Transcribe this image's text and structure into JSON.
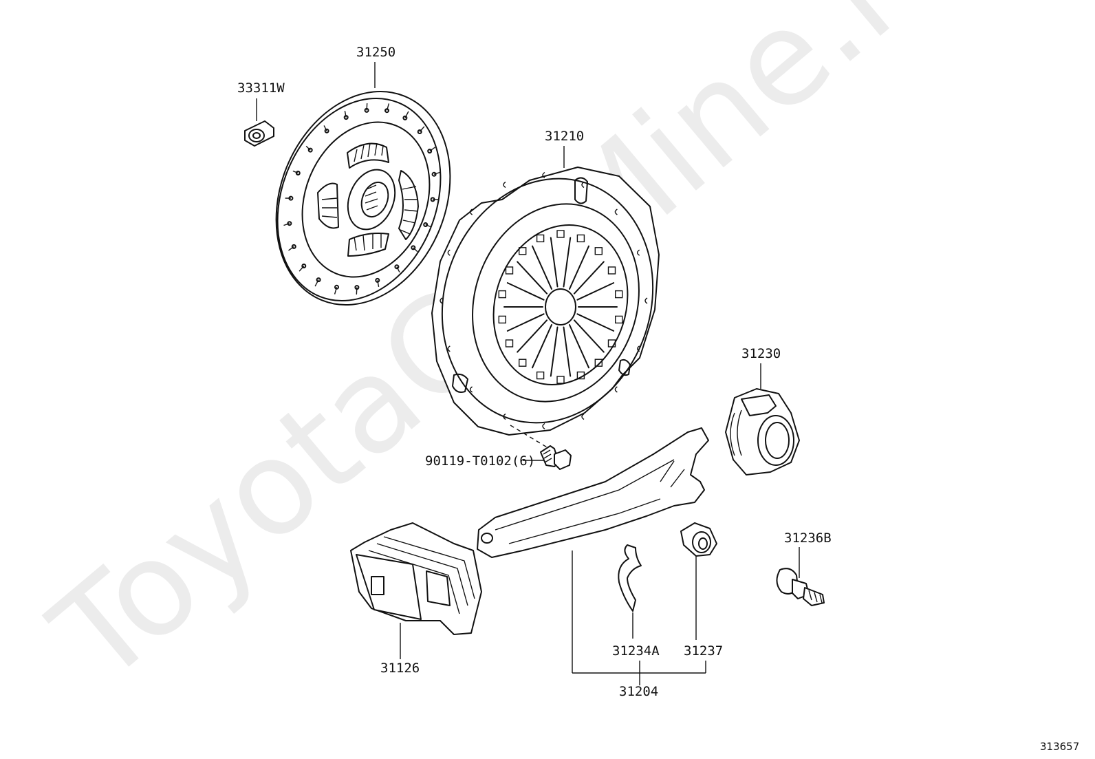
{
  "watermark": "ToyotaCatMine.ru",
  "diagram_ref": "313657",
  "parts": {
    "release_bearing_pilot": "33311W",
    "clutch_disc": "31250",
    "clutch_cover": "31210",
    "cover_bolt": "90119-T0102(6)",
    "release_bearing": "31230",
    "fork_boot": "31126",
    "fork_pivot": "31236B",
    "fork_clip": "31234A",
    "fork_pivot_bush": "31237",
    "release_fork_sub_assy": "31204"
  }
}
